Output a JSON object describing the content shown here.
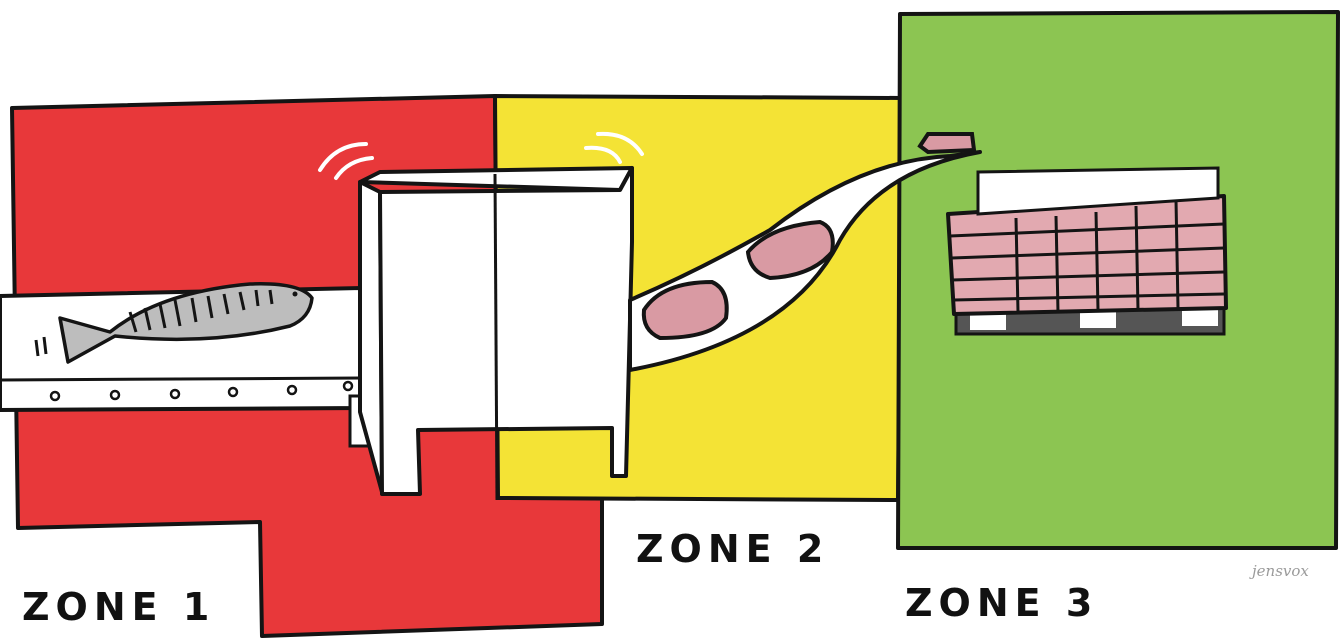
{
  "zones": [
    {
      "label": "ZONE 1",
      "color": "#e8383a"
    },
    {
      "label": "ZONE 2",
      "color": "#f4e335"
    },
    {
      "label": "ZONE 3",
      "color": "#8cc552"
    }
  ],
  "colors": {
    "outline": "#141414",
    "product": "#d99aa3",
    "fish": "#b9b9b9",
    "machine": "#ffffff",
    "pallet": "#555555"
  },
  "icons": [
    "fish-icon",
    "conveyor-belt",
    "scanner-machine",
    "wireless-signal-icon",
    "pallet-icon"
  ],
  "signature": "jensvox"
}
